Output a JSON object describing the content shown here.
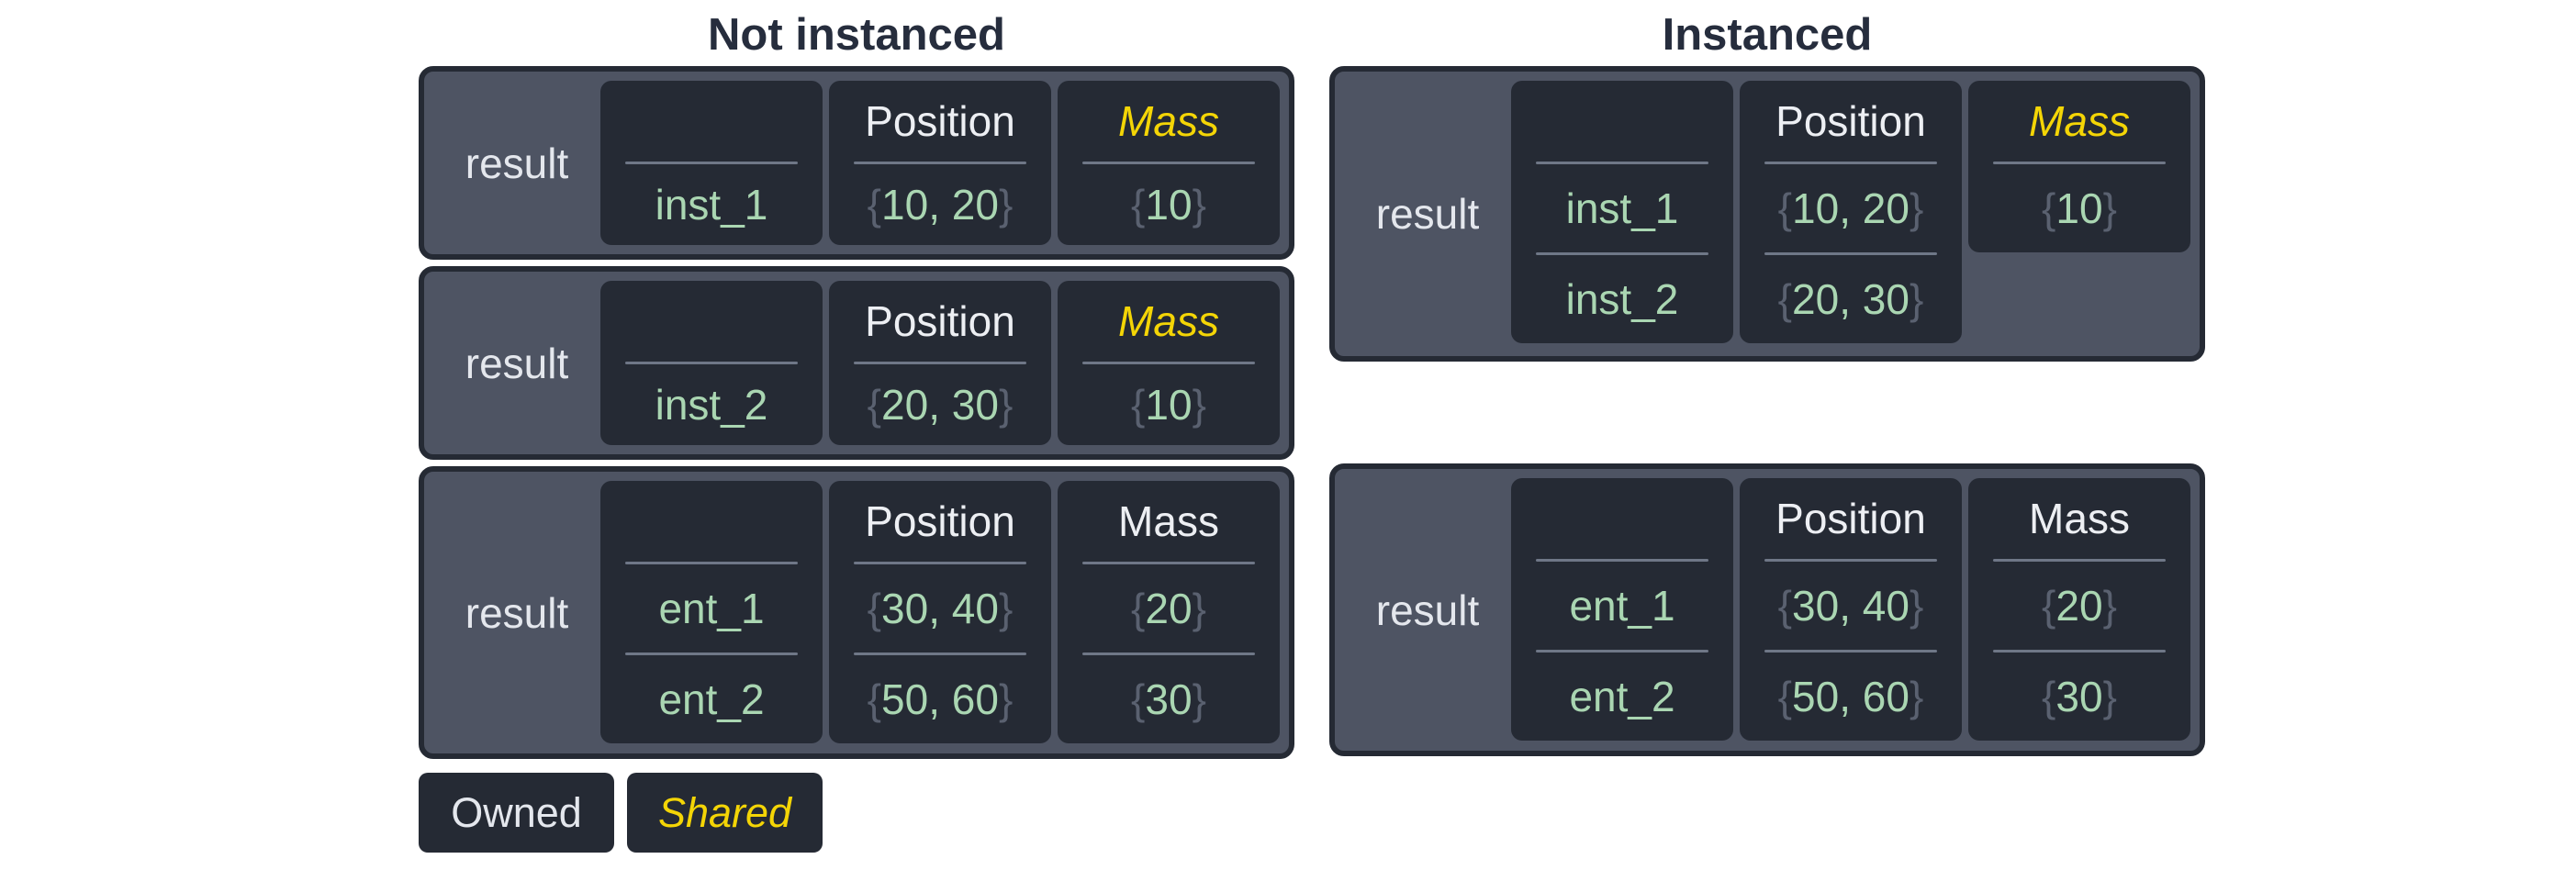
{
  "colors": {
    "background": "#ffffff",
    "title_text": "#262d3d",
    "panel_fill": "#4e5463",
    "panel_border": "#252a34",
    "cell_fill": "#252a34",
    "label_text": "#e4e7ed",
    "header_text": "#edeff3",
    "shared_text": "#f4d506",
    "value_text": "#aad6b2",
    "brace_text": "#5a6170",
    "divider": "#6f7787"
  },
  "sections": [
    {
      "id": "not-instanced",
      "title": "Not instanced",
      "panels": [
        {
          "label": "result",
          "columns": [
            {
              "header": "",
              "shared": false,
              "values": [
                {
                  "open": "",
                  "text": "inst_1",
                  "close": ""
                }
              ]
            },
            {
              "header": "Position",
              "shared": false,
              "values": [
                {
                  "open": "{",
                  "text": "10, 20",
                  "close": "}"
                }
              ]
            },
            {
              "header": "Mass",
              "shared": true,
              "values": [
                {
                  "open": "{",
                  "text": "10",
                  "close": "}"
                }
              ]
            }
          ]
        },
        {
          "label": "result",
          "columns": [
            {
              "header": "",
              "shared": false,
              "values": [
                {
                  "open": "",
                  "text": "inst_2",
                  "close": ""
                }
              ]
            },
            {
              "header": "Position",
              "shared": false,
              "values": [
                {
                  "open": "{",
                  "text": "20, 30",
                  "close": "}"
                }
              ]
            },
            {
              "header": "Mass",
              "shared": true,
              "values": [
                {
                  "open": "{",
                  "text": "10",
                  "close": "}"
                }
              ]
            }
          ]
        },
        {
          "label": "result",
          "columns": [
            {
              "header": "",
              "shared": false,
              "values": [
                {
                  "open": "",
                  "text": "ent_1",
                  "close": ""
                },
                {
                  "open": "",
                  "text": "ent_2",
                  "close": ""
                }
              ]
            },
            {
              "header": "Position",
              "shared": false,
              "values": [
                {
                  "open": "{",
                  "text": "30, 40",
                  "close": "}"
                },
                {
                  "open": "{",
                  "text": "50, 60",
                  "close": "}"
                }
              ]
            },
            {
              "header": "Mass",
              "shared": false,
              "values": [
                {
                  "open": "{",
                  "text": "20",
                  "close": "}"
                },
                {
                  "open": "{",
                  "text": "30",
                  "close": "}"
                }
              ]
            }
          ]
        }
      ]
    },
    {
      "id": "instanced",
      "title": "Instanced",
      "panels": [
        {
          "label": "result",
          "columns": [
            {
              "header": "",
              "shared": false,
              "values": [
                {
                  "open": "",
                  "text": "inst_1",
                  "close": ""
                },
                {
                  "open": "",
                  "text": "inst_2",
                  "close": ""
                }
              ]
            },
            {
              "header": "Position",
              "shared": false,
              "values": [
                {
                  "open": "{",
                  "text": "10, 20",
                  "close": "}"
                },
                {
                  "open": "{",
                  "text": "20, 30",
                  "close": "}"
                }
              ]
            },
            {
              "header": "Mass",
              "shared": true,
              "values": [
                {
                  "open": "{",
                  "text": "10",
                  "close": "}"
                }
              ]
            }
          ]
        },
        {
          "label": "result",
          "columns": [
            {
              "header": "",
              "shared": false,
              "values": [
                {
                  "open": "",
                  "text": "ent_1",
                  "close": ""
                },
                {
                  "open": "",
                  "text": "ent_2",
                  "close": ""
                }
              ]
            },
            {
              "header": "Position",
              "shared": false,
              "values": [
                {
                  "open": "{",
                  "text": "30, 40",
                  "close": "}"
                },
                {
                  "open": "{",
                  "text": "50, 60",
                  "close": "}"
                }
              ]
            },
            {
              "header": "Mass",
              "shared": false,
              "values": [
                {
                  "open": "{",
                  "text": "20",
                  "close": "}"
                },
                {
                  "open": "{",
                  "text": "30",
                  "close": "}"
                }
              ]
            }
          ]
        }
      ]
    }
  ],
  "legend": {
    "items": [
      {
        "label": "Owned",
        "shared": false
      },
      {
        "label": "Shared",
        "shared": true
      }
    ]
  }
}
